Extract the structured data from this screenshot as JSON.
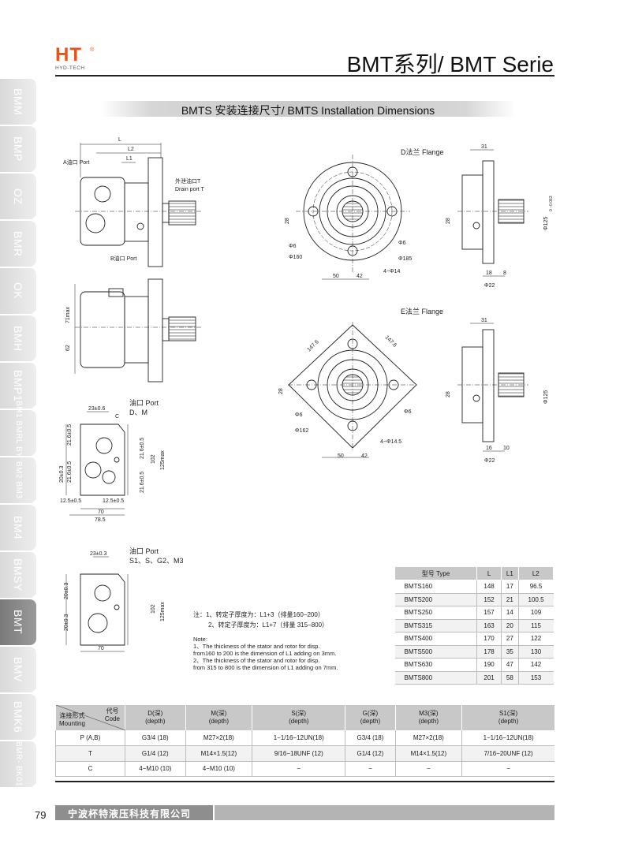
{
  "header": {
    "logo_text": "HT",
    "logo_reg": "®",
    "logo_sub": "HYD-TECH",
    "series_title": "BMT系列/ BMT Serie"
  },
  "section_title": "BMTS 安装连接尺寸/ BMTS Installation Dimensions",
  "side_tabs": [
    "BMM",
    "BMP",
    "OZ",
    "BMR",
    "OK",
    "BMH",
    "BMP1",
    "BM1 BMRL BYM",
    "BM2 BM3",
    "BM4",
    "BMSY",
    "BMT",
    "BMV",
    "BMK6",
    "BMR- BK01"
  ],
  "drawing_labels": {
    "L": "L",
    "L2": "L2",
    "L1": "L1",
    "a_port": "A油口 Port",
    "b_port": "B油口 Port",
    "drain_cn": "外泄油口T",
    "drain_en": "Drain port T",
    "d_flange": "D法兰 Flange",
    "e_flange": "E法兰 Flange",
    "dim_31a": "31",
    "dim_31b": "31",
    "dim_28a": "28",
    "dim_28b": "28",
    "dim_28c": "28",
    "dim_28d": "28",
    "phi6_a": "Φ6",
    "phi6_b": "Φ6",
    "phi6_c": "Φ6",
    "phi6_d": "Φ6",
    "phi160": "Φ160",
    "phi185": "Φ185",
    "phi162": "Φ162",
    "dim_50a": "50",
    "dim_42a": "42",
    "dim_50b": "50",
    "dim_42b": "42",
    "holes14": "4−Φ14",
    "holes145": "4−Φ14.5",
    "phi125a": "Φ125",
    "phi125b": "Φ125",
    "tol": "0 −0.063",
    "dim_18": "18",
    "dim_8": "8",
    "phi22a": "Φ22",
    "dim_16": "16",
    "dim_10": "10",
    "phi22b": "Φ22",
    "dim_1476a": "147.6",
    "dim_1476b": "147.6",
    "dim_71max": "71max",
    "dim_62": "62",
    "port_dm_cn": "油口 Port",
    "port_dm_list": "D、M",
    "dim_23_06": "23±0.6",
    "c_label": "C",
    "dim_216a": "21.6±0.5",
    "dim_216b": "21.6±0.5",
    "dim_216c": "21.6±0.5",
    "dim_216d": "21.6±0.5",
    "dim_20_03a": "20±0.3",
    "dim_102a": "102",
    "dim_125max_a": "125max",
    "dim_125_05a": "12.5±0.5",
    "dim_125_05b": "12.5±0.5",
    "dim_70a": "70",
    "dim_785": "78.5",
    "port_s_cn": "油口 Port",
    "port_s_list": "S1、S、G2、M3",
    "dim_23_03": "23±0.3",
    "dim_20_03b": "20±0.3",
    "dim_20_03c": "20±0.3",
    "dim_102b": "102",
    "dim_125max_b": "125max",
    "dim_70b": "70"
  },
  "notes": {
    "cn1": "注：1、转定子厚度为：L1+3（排量160−200）",
    "cn2": "2、转定子厚度为：L1+7（排量 315−800）",
    "en_title": "Note:",
    "en1": "1、The thickness of the stator and rotor for disp.",
    "en2": "from160 to 200 is the dimension of L1 adding on 3mm.",
    "en3": "2、The thickness of the stator and rotor for disp.",
    "en4": "from 315 to 800 is the dimension of L1 adding on 7mm."
  },
  "type_table": {
    "headers": [
      "型号 Type",
      "L",
      "L1",
      "L2"
    ],
    "rows": [
      [
        "BMTS160",
        "148",
        "17",
        "96.5"
      ],
      [
        "BMTS200",
        "152",
        "21",
        "100.5"
      ],
      [
        "BMTS250",
        "157",
        "14",
        "109"
      ],
      [
        "BMTS315",
        "163",
        "20",
        "115"
      ],
      [
        "BMTS400",
        "170",
        "27",
        "122"
      ],
      [
        "BMTS500",
        "178",
        "35",
        "130"
      ],
      [
        "BMTS630",
        "190",
        "47",
        "142"
      ],
      [
        "BMTS800",
        "201",
        "58",
        "153"
      ]
    ]
  },
  "conn_table": {
    "corner_top_cn": "代号",
    "corner_top_en": "Code",
    "corner_bottom_cn": "连接形式",
    "corner_bottom_en": "Mounting",
    "headers": [
      {
        "cn": "D(深)",
        "en": "(depth)"
      },
      {
        "cn": "M(深)",
        "en": "(depth)"
      },
      {
        "cn": "S(深)",
        "en": "(depth)"
      },
      {
        "cn": "G(深)",
        "en": "(depth)"
      },
      {
        "cn": "M3(深)",
        "en": "(depth)"
      },
      {
        "cn": "S1(深)",
        "en": "(depth)"
      }
    ],
    "rows": [
      [
        "P (A,B)",
        "G3/4 (18)",
        "M27×2(18)",
        "1−1/16−12UN(18)",
        "G3/4 (18)",
        "M27×2(18)",
        "1−1/16−12UN(18)"
      ],
      [
        "T",
        "G1/4 (12)",
        "M14×1.5(12)",
        "9/16−18UNF (12)",
        "G1/4 (12)",
        "M14×1.5(12)",
        "7/16−20UNF (12)"
      ],
      [
        "C",
        "4−M10 (10)",
        "4−M10 (10)",
        "−",
        "−",
        "−",
        "−"
      ]
    ]
  },
  "footer": {
    "page_number": "79",
    "company": "宁波杯特液压科技有限公司"
  }
}
